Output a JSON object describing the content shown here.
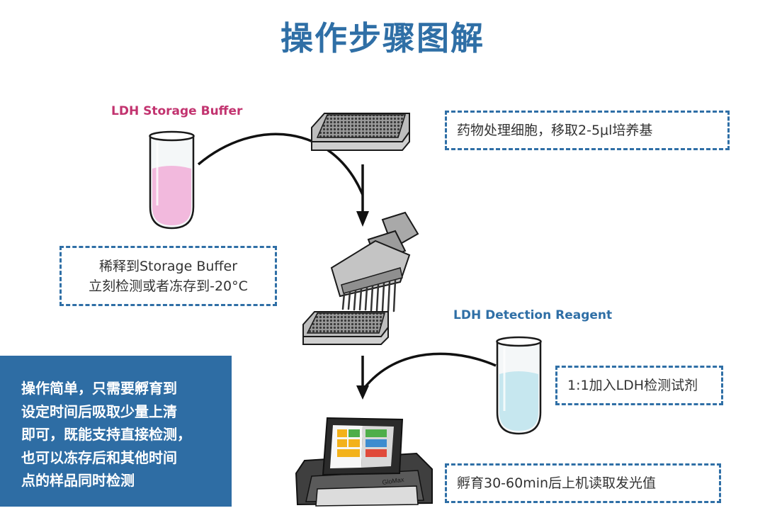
{
  "title": "操作步骤图解",
  "storage_reagent": {
    "label": "LDH Storage Buffer",
    "note_lines": [
      "稀释到Storage Buffer",
      "立刻检测或者冻存到-20°C"
    ]
  },
  "detection_reagent": {
    "label": "LDH Detection Reagent",
    "note": "1:1加入LDH检测试剂"
  },
  "step_notes": {
    "step1": "药物处理细胞，移取2-5μl培养基",
    "step3": "孵育30-60min后上机读取发光值"
  },
  "summary_lines": [
    "操作简单，只需要孵育到",
    "设定时间后吸取少量上清",
    "即可，既能支持直接检测，",
    "也可以冻存后和其他时间",
    "点的样品同时检测"
  ],
  "instrument_label": "GloMax",
  "colors": {
    "title": "#2f6fa6",
    "storage_label": "#c2336f",
    "detection_label": "#2f6fa6",
    "note_border": "#2f6fa6",
    "summary_bg": "#2e6da4",
    "pink_liquid": "#f2b9dd",
    "blue_liquid": "#c6e7ef"
  }
}
